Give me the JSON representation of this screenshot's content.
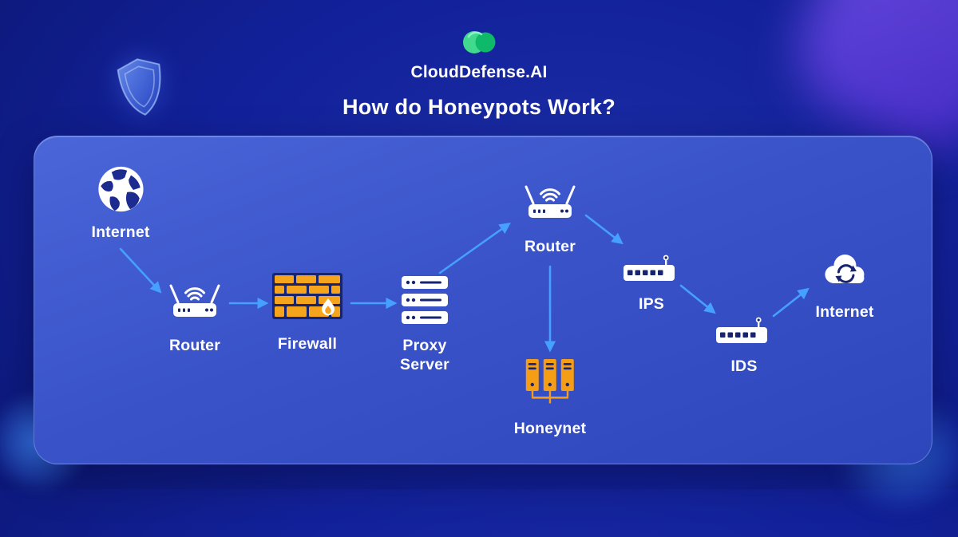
{
  "brand": "CloudDefense.AI",
  "title": "How do Honeypots Work?",
  "nodes": [
    {
      "id": "internet-source",
      "label": "Internet",
      "icon": "globe-icon"
    },
    {
      "id": "router-entry",
      "label": "Router",
      "icon": "wifi-router-icon"
    },
    {
      "id": "firewall",
      "label": "Firewall",
      "icon": "brick-wall-flame-icon"
    },
    {
      "id": "proxy-server",
      "label": "Proxy Server",
      "icon": "server-stack-icon"
    },
    {
      "id": "router-internal",
      "label": "Router",
      "icon": "wifi-router-icon"
    },
    {
      "id": "ips",
      "label": "IPS",
      "icon": "network-switch-icon"
    },
    {
      "id": "ids",
      "label": "IDS",
      "icon": "network-switch-icon"
    },
    {
      "id": "internet-exit",
      "label": "Internet",
      "icon": "cloud-sync-icon"
    },
    {
      "id": "honeynet",
      "label": "Honeynet",
      "icon": "server-rack-group-icon"
    }
  ],
  "connections": [
    {
      "from": "internet-source",
      "to": "router-entry"
    },
    {
      "from": "router-entry",
      "to": "firewall"
    },
    {
      "from": "firewall",
      "to": "proxy-server"
    },
    {
      "from": "proxy-server",
      "to": "router-internal"
    },
    {
      "from": "router-internal",
      "to": "ips"
    },
    {
      "from": "router-internal",
      "to": "honeynet"
    },
    {
      "from": "ips",
      "to": "ids"
    },
    {
      "from": "ids",
      "to": "internet-exit"
    }
  ],
  "colors": {
    "background_dark": "#0A1468",
    "background_light": "#1B2DA4",
    "panel_blue": "#3A53C9",
    "arrow_blue": "#46A0FF",
    "accent_orange": "#F7A41D",
    "honeynet_orange": "#F49D15",
    "icon_detail_navy": "#17246F",
    "logo_green_light": "#41D98D",
    "logo_green_dark": "#0EB969",
    "text_white": "#FFFFFF"
  }
}
